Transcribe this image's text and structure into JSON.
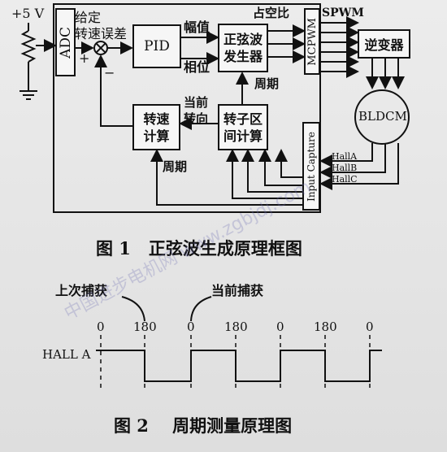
{
  "figure1": {
    "supply": "+5 V",
    "adc": "ADC",
    "given_speed_error": "给定\n转速误差",
    "plus": "+",
    "minus": "−",
    "pid": "PID",
    "amplitude": "幅值",
    "phase": "相位",
    "sine_generator": "正弦波\n发生器",
    "duty": "占空比",
    "spwm": "SPWM",
    "mcpwm": "MCPWM",
    "inverter": "逆变器",
    "motor": "BLDCM",
    "period_top": "周期",
    "speed_calc": "转速\n计算",
    "current_direction": "当前\n转向",
    "rotor_calc": "转子区\n间计算",
    "period_bottom": "周期",
    "input_capture": "Input Capture",
    "hall_a": "HallA",
    "hall_b": "HallB",
    "hall_c": "HallC",
    "caption": "图 1   正弦波生成原理框图"
  },
  "figure2": {
    "last_capture": "上次捕获",
    "current_capture": "当前捕获",
    "angles": [
      "0",
      "180",
      "0",
      "180",
      "0",
      "180",
      "0"
    ],
    "signal_label": "HALL A",
    "caption": "图 2    周期测量原理图"
  },
  "watermark": "中国进步电机网 www.zgbjdj.com"
}
